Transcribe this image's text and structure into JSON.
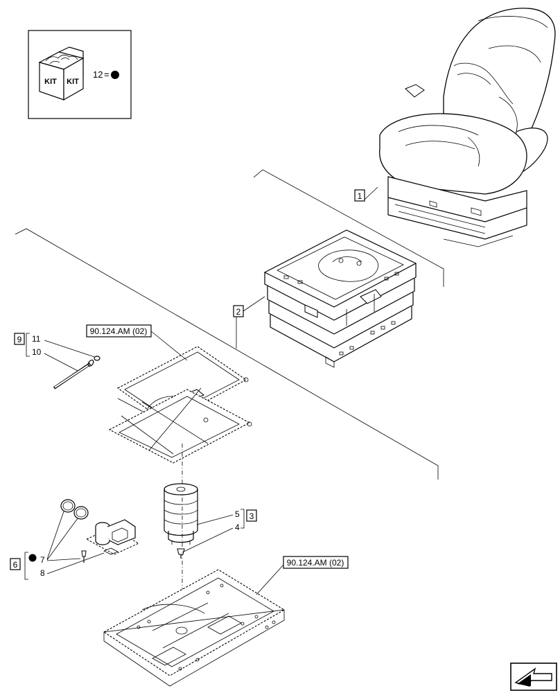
{
  "kit_box": {
    "badge_text": "KIT",
    "legend_number": "12",
    "legend_equals": "="
  },
  "callouts": {
    "c1": "1",
    "c2": "2",
    "c3": "3",
    "c4": "4",
    "c5": "5",
    "c6": "6",
    "c7": "7",
    "c8": "8",
    "c9": "9",
    "c10": "10",
    "c11": "11"
  },
  "references": {
    "ref_upper": "90.124.AM (02)",
    "ref_lower": "90.124.AM (02)"
  },
  "nav": {
    "icon": "next-page-arrow-icon"
  }
}
